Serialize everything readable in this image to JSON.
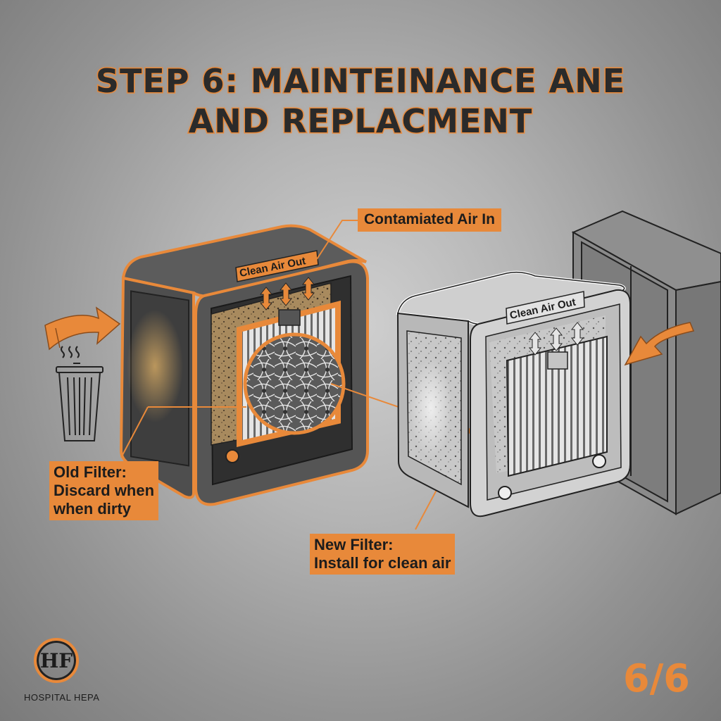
{
  "title": {
    "line1": "STEP 6: MAINTEINANCE ANE",
    "line2": "AND REPLACMENT"
  },
  "labels": {
    "contaminated_air_in": "Contamiated Air In",
    "old_unit_clean_air_out": "Clean Air Out",
    "new_unit_clean_air_out": "Clean Air Out",
    "old_filter": {
      "line1": "Old Filter:",
      "line2": "Discard when",
      "line3": "when dirty"
    },
    "new_filter": {
      "line1": "New Filter:",
      "line2": "Install for clean air"
    }
  },
  "icons": {
    "arrow_in_left": "curved-arrow-right-icon",
    "trash": "trash-can-icon",
    "arrow_in_right": "curved-arrow-left-icon"
  },
  "branding": {
    "logo_monogram": "HF",
    "logo_text": "HOSPITAL HEPA"
  },
  "pagination": {
    "current": "6/6"
  },
  "colors": {
    "accent": "#e8893a",
    "text_dark": "#1c1c1c",
    "background_light": "#cfcfcf",
    "background_dark": "#7a7a7a"
  }
}
